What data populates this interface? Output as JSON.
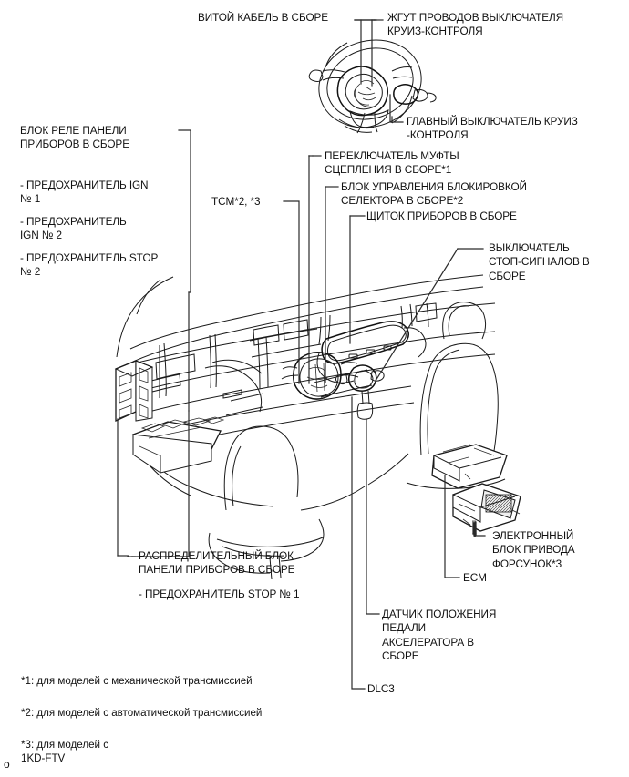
{
  "document": {
    "type": "automotive-wiring-location-diagram",
    "subject": "Instrument panel component location",
    "line_color": "#1a1a1a",
    "text_color": "#111111",
    "background_color": "#ffffff"
  },
  "callouts": {
    "spiral_cable": "ВИТОЙ КАБЕЛЬ В СБОРЕ",
    "cruise_switch_harness": "ЖГУТ ПРОВОДОВ ВЫКЛЮЧАТЕЛЯ\nКРУИЗ-КОНТРОЛЯ",
    "cruise_main_switch": "ГЛАВНЫЙ ВЫКЛЮЧАТЕЛЬ КРУИЗ\n-КОНТРОЛЯ",
    "relay_block": "БЛОК РЕЛЕ ПАНЕЛИ\nПРИБОРОВ В СБОРЕ",
    "fuse_ign_1": "- ПРЕДОХРАНИТЕЛЬ IGN\n№ 1",
    "fuse_ign_2": "- ПРЕДОХРАНИТЕЛЬ\nIGN № 2",
    "fuse_stop_2": "- ПРЕДОХРАНИТЕЛЬ STOP\n№ 2",
    "tcm": "TCM*2, *3",
    "clutch_switch": "ПЕРЕКЛЮЧАТЕЛЬ МУФТЫ\nСЦЕПЛЕНИЯ В СБОРЕ*1",
    "shift_lock_ecu": "БЛОК УПРАВЛЕНИЯ БЛОКИРОВКОЙ\nСЕЛЕКТОРА В СБОРЕ*2",
    "combination_meter": "ЩИТОК ПРИБОРОВ В СБОРЕ",
    "stop_lamp_switch": "ВЫКЛЮЧАТЕЛЬ\nСТОП-СИГНАЛОВ В\nСБОРЕ",
    "junction_block": "РАСПРЕДЕЛИТЕЛЬНЫЙ БЛОК\nПАНЕЛИ ПРИБОРОВ В СБОРЕ",
    "fuse_stop_1": "- ПРЕДОХРАНИТЕЛЬ STOP № 1",
    "injector_driver": "ЭЛЕКТРОННЫЙ\nБЛОК ПРИВОДА\nФОРСУНОК*3",
    "ecm": "ECM",
    "accel_pedal_sensor": "ДАТЧИК ПОЛОЖЕНИЯ\nПЕДАЛИ\nАКСЕЛЕРАТОРА В\nСБОРЕ",
    "dlc3": "DLC3"
  },
  "footnotes": [
    "*1: для моделей с механической трансмиссией",
    "*2: для моделей с автоматической трансмиссией",
    "*3: для моделей с\n1KD-FTV"
  ],
  "stray_mark": "o"
}
